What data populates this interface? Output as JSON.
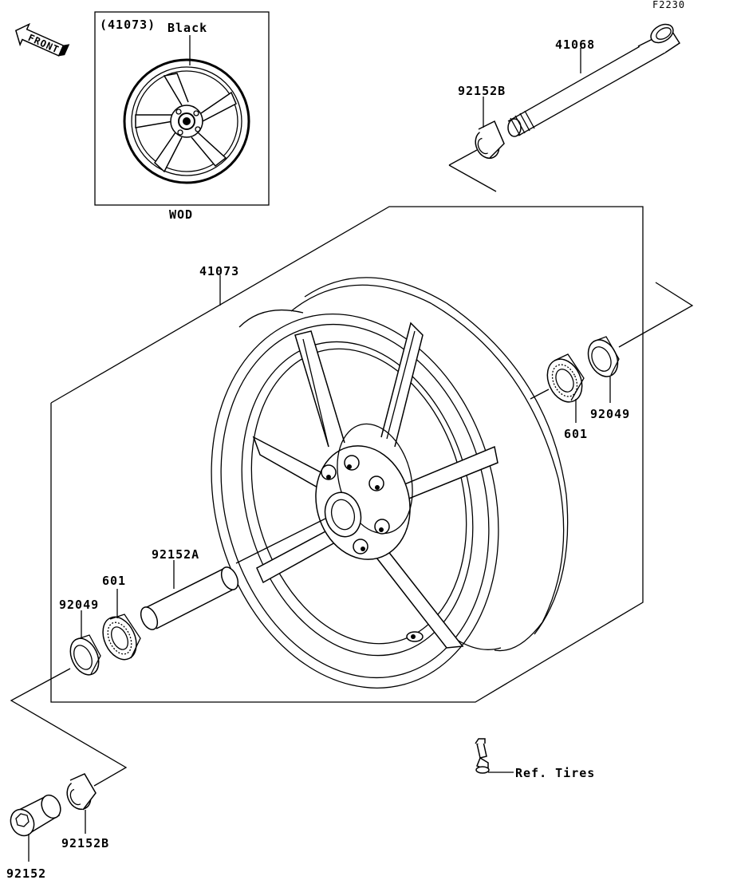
{
  "figure_code": "F2230",
  "front_arrow_text": "FRONT",
  "inset": {
    "ref": "(41073)",
    "color": "Black",
    "code": "WOD"
  },
  "callouts": {
    "axle": "41068",
    "collar_b_upper": "92152B",
    "wheel": "41073",
    "bearing_right": "601",
    "seal_right": "92049",
    "collar_a": "92152A",
    "bearing_left": "601",
    "seal_left": "92049",
    "collar_b_lower": "92152B",
    "spacer_lower": "92152",
    "valve_ref": "Ref. Tires"
  }
}
